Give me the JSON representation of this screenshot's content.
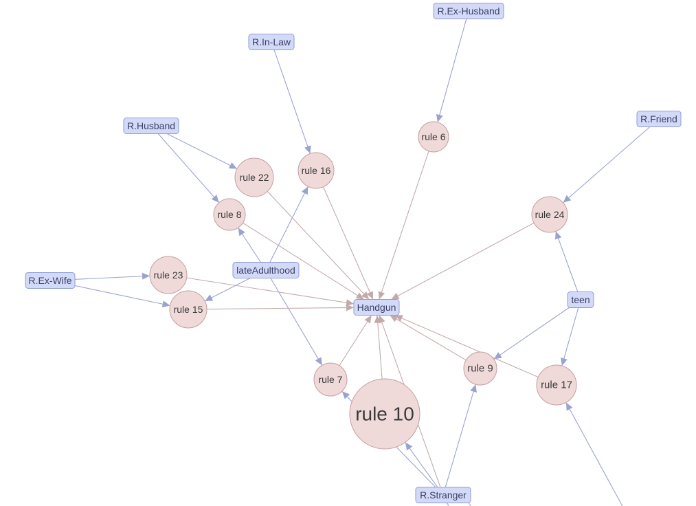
{
  "graph": {
    "colors": {
      "rule_fill": "#efd9d9",
      "rule_stroke": "#c49f9f",
      "item_fill": "#d3daf7",
      "item_stroke": "#8f9bd6",
      "edge_in": "#9aa2d2",
      "edge_out": "#c3aaaa"
    },
    "items": [
      {
        "id": "handgun",
        "label": "Handgun"
      },
      {
        "id": "r-ex-husband",
        "label": "R.Ex-Husband"
      },
      {
        "id": "r-in-law",
        "label": "R.In-Law"
      },
      {
        "id": "r-husband",
        "label": "R.Husband"
      },
      {
        "id": "r-friend",
        "label": "R.Friend"
      },
      {
        "id": "r-ex-wife",
        "label": "R.Ex-Wife"
      },
      {
        "id": "late-adulthood",
        "label": "lateAdulthood"
      },
      {
        "id": "teen",
        "label": "teen"
      },
      {
        "id": "r-stranger",
        "label": "R.Stranger"
      }
    ],
    "rules": [
      {
        "id": "rule-6",
        "label": "rule 6"
      },
      {
        "id": "rule-16",
        "label": "rule 16"
      },
      {
        "id": "rule-22",
        "label": "rule 22"
      },
      {
        "id": "rule-8",
        "label": "rule 8"
      },
      {
        "id": "rule-24",
        "label": "rule 24"
      },
      {
        "id": "rule-23",
        "label": "rule 23"
      },
      {
        "id": "rule-15",
        "label": "rule 15"
      },
      {
        "id": "rule-7",
        "label": "rule 7"
      },
      {
        "id": "rule-10",
        "label": "rule 10"
      },
      {
        "id": "rule-9",
        "label": "rule 9"
      },
      {
        "id": "rule-17",
        "label": "rule 17"
      }
    ],
    "edges": [
      {
        "from": "r-ex-husband",
        "to": "rule-6"
      },
      {
        "from": "r-in-law",
        "to": "rule-16"
      },
      {
        "from": "r-husband",
        "to": "rule-22"
      },
      {
        "from": "r-husband",
        "to": "rule-8"
      },
      {
        "from": "r-friend",
        "to": "rule-24"
      },
      {
        "from": "r-ex-wife",
        "to": "rule-23"
      },
      {
        "from": "r-ex-wife",
        "to": "rule-15"
      },
      {
        "from": "late-adulthood",
        "to": "rule-16"
      },
      {
        "from": "late-adulthood",
        "to": "rule-8"
      },
      {
        "from": "late-adulthood",
        "to": "rule-15"
      },
      {
        "from": "late-adulthood",
        "to": "rule-7"
      },
      {
        "from": "teen",
        "to": "rule-24"
      },
      {
        "from": "teen",
        "to": "rule-9"
      },
      {
        "from": "teen",
        "to": "rule-17"
      },
      {
        "from": "r-stranger",
        "to": "rule-10"
      },
      {
        "from": "r-stranger",
        "to": "rule-9"
      },
      {
        "from": "r-stranger",
        "to": "rule-7"
      },
      {
        "from": "rule-6",
        "to": "handgun"
      },
      {
        "from": "rule-16",
        "to": "handgun"
      },
      {
        "from": "rule-22",
        "to": "handgun"
      },
      {
        "from": "rule-8",
        "to": "handgun"
      },
      {
        "from": "rule-24",
        "to": "handgun"
      },
      {
        "from": "rule-23",
        "to": "handgun"
      },
      {
        "from": "rule-15",
        "to": "handgun"
      },
      {
        "from": "rule-7",
        "to": "handgun"
      },
      {
        "from": "rule-10",
        "to": "handgun"
      },
      {
        "from": "rule-9",
        "to": "handgun"
      },
      {
        "from": "rule-17",
        "to": "handgun"
      },
      {
        "from": "r-stranger",
        "to": "handgun"
      }
    ]
  }
}
